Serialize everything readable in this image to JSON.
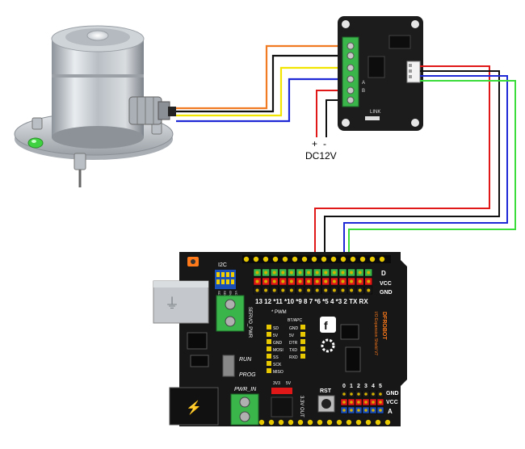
{
  "power": {
    "plus": "+",
    "minus": "-",
    "label": "DC12V"
  },
  "adapter_module": {
    "pin_labels": [
      "A",
      "B"
    ],
    "chip_label": "LINK"
  },
  "shield": {
    "i2c_label": "I2C",
    "i2c_pins": [
      "SCL",
      "SDA",
      "GND",
      "VCC"
    ],
    "servo_label": "SERVO_PWR",
    "d_label": "D",
    "vcc_label": "VCC",
    "gnd_label": "GND",
    "digital_numbers": "13 12 *11 *10 *9 8    7 *6 *5 4 *3 2 TX RX",
    "pwm_label": "* PWM",
    "bt_label": "BT/APC",
    "bt_pins_left": [
      "SD",
      "5V",
      "GND",
      "MOSI",
      "SS",
      "SCK",
      "MISO"
    ],
    "bt_pins_right": [
      "GND",
      "5V",
      "DTR",
      "TXD",
      "RXD"
    ],
    "run_label": "RUN",
    "prog_label": "PROG",
    "pwr_in_label": "PWR_IN",
    "v33_label": "3V3",
    "v5_label": "5V",
    "out_label": "3.3V OUT",
    "rst_label": "RST",
    "analog_numbers": [
      "0",
      "1",
      "2",
      "3",
      "4",
      "5"
    ],
    "a_label": "A",
    "brand": "DFROBOT",
    "model": "I/O Expansion Shield V7"
  },
  "wire_colors": {
    "orange": "#f07b22",
    "black": "#111111",
    "yellow": "#f2e500",
    "blue": "#1f2ad6",
    "red": "#e01818",
    "green": "#3cdc3c"
  }
}
